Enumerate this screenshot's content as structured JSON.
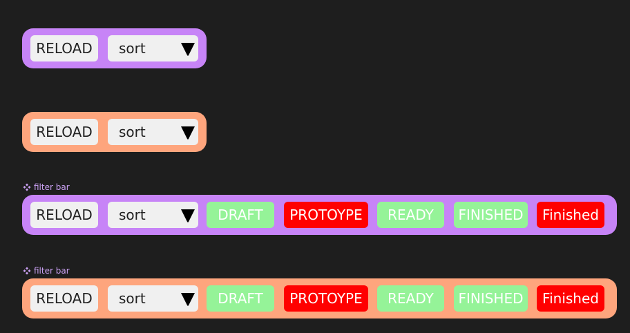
{
  "component_variants": [
    {
      "name": "",
      "color": "#c784f7",
      "reload_label": "RELOAD",
      "sort_label": "sort",
      "tags": []
    },
    {
      "name": "",
      "color": "#fea57d",
      "reload_label": "RELOAD",
      "sort_label": "sort",
      "tags": []
    },
    {
      "name": "filter bar",
      "color": "#c784f7",
      "reload_label": "RELOAD",
      "sort_label": "sort",
      "tags": [
        {
          "label": "DRAFT",
          "color": "#95f398"
        },
        {
          "label": "PROTOYPE",
          "color": "#ff0000"
        },
        {
          "label": "READY",
          "color": "#95f398"
        },
        {
          "label": "FINISHED",
          "color": "#95f398"
        },
        {
          "label": "Finished",
          "color": "#ff0000"
        }
      ]
    },
    {
      "name": "filter bar",
      "color": "#fea57d",
      "reload_label": "RELOAD",
      "sort_label": "sort",
      "tags": [
        {
          "label": "DRAFT",
          "color": "#95f398"
        },
        {
          "label": "PROTOYPE",
          "color": "#ff0000"
        },
        {
          "label": "READY",
          "color": "#95f398"
        },
        {
          "label": "FINISHED",
          "color": "#95f398"
        },
        {
          "label": "Finished",
          "color": "#ff0000"
        }
      ]
    }
  ],
  "icons": {
    "component": "component-diamond-icon",
    "sort_caret": "caret-down-icon"
  },
  "canvas_background": "#1e1e1e"
}
